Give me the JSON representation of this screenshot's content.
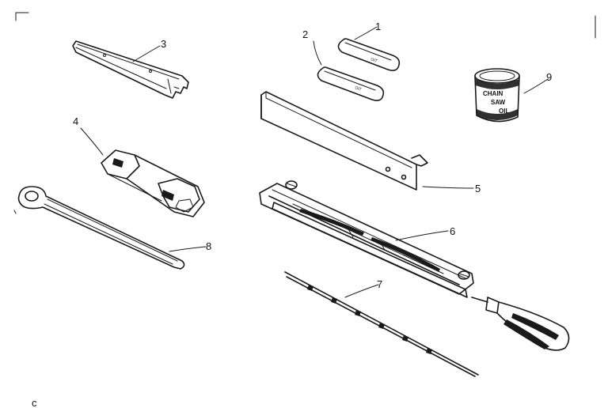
{
  "parts": [
    {
      "id": "part-1",
      "number": "1",
      "marking": "OIT"
    },
    {
      "id": "part-2",
      "number": "2",
      "marking": "OIT"
    },
    {
      "id": "part-3",
      "number": "3"
    },
    {
      "id": "part-4",
      "number": "4"
    },
    {
      "id": "part-5",
      "number": "5"
    },
    {
      "id": "part-6",
      "number": "6"
    },
    {
      "id": "part-7",
      "number": "7"
    },
    {
      "id": "part-8",
      "number": "8"
    },
    {
      "id": "part-9",
      "number": "9",
      "label_lines": [
        "CHAIN",
        "SAW",
        "OIL"
      ]
    }
  ],
  "stray_mark": "c"
}
